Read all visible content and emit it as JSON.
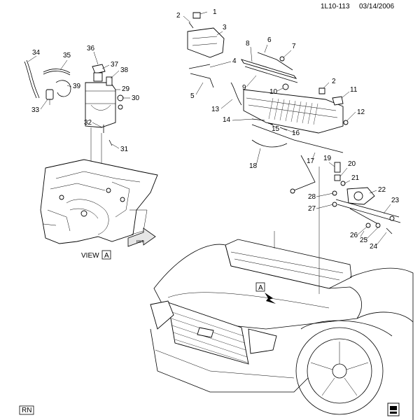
{
  "header": {
    "code": "1L10-113",
    "date": "03/14/2006"
  },
  "view": {
    "label": "VIEW",
    "letter": "A",
    "pointer_letter": "A"
  },
  "footer": {
    "left_code": "RN"
  },
  "callouts": [
    "1",
    "2",
    "3",
    "4",
    "5",
    "6",
    "7",
    "8",
    "9",
    "10",
    "11",
    "12",
    "13",
    "14",
    "15",
    "16",
    "17",
    "18",
    "19",
    "20",
    "21",
    "22",
    "23",
    "24",
    "25",
    "26",
    "27",
    "28",
    "29",
    "30",
    "31",
    "32",
    "33",
    "34",
    "35",
    "36",
    "37",
    "38",
    "39",
    "2"
  ],
  "icons": {
    "front_arrow": "front-direction-arrow-icon",
    "corner_badge": "print-badge-icon"
  }
}
